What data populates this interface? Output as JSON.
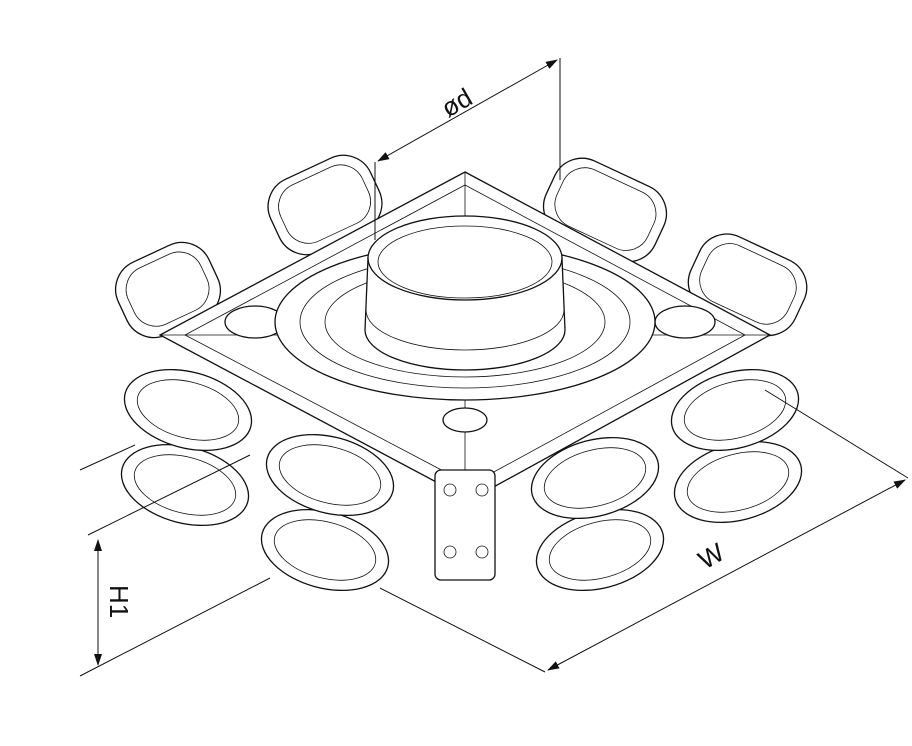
{
  "dimensions": {
    "diameter_label": "ød",
    "width_label": "W",
    "height_label": "H1"
  },
  "colors": {
    "line": "#111111",
    "background": "#ffffff"
  }
}
